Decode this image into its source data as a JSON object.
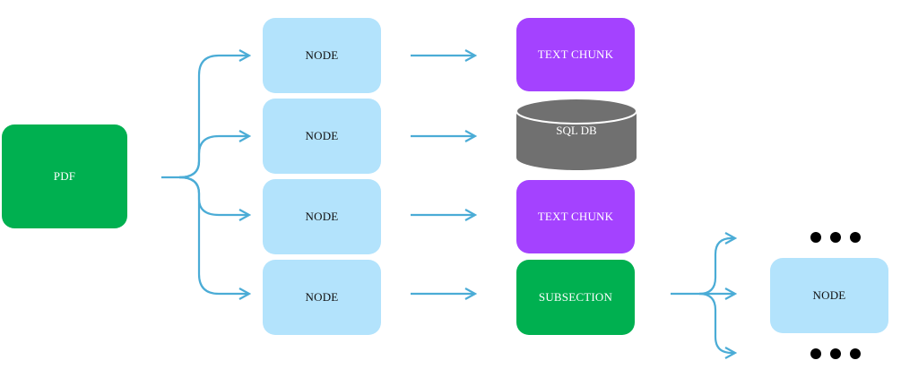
{
  "pdf": {
    "label": "PDF"
  },
  "nodes": [
    {
      "label": "NODE"
    },
    {
      "label": "NODE"
    },
    {
      "label": "NODE"
    },
    {
      "label": "NODE"
    }
  ],
  "targets": {
    "text_chunk_1": "TEXT CHUNK",
    "sql_db": "SQL DB",
    "text_chunk_2": "TEXT CHUNK",
    "subsection": "SUBSECTION"
  },
  "sub_node": {
    "label": "NODE"
  },
  "colors": {
    "pdf": "#00b050",
    "node": "#b3e3fc",
    "text_chunk": "#a442ff",
    "sql_db": "#707070",
    "subsection": "#00b050",
    "arrow": "#4bacd6"
  }
}
